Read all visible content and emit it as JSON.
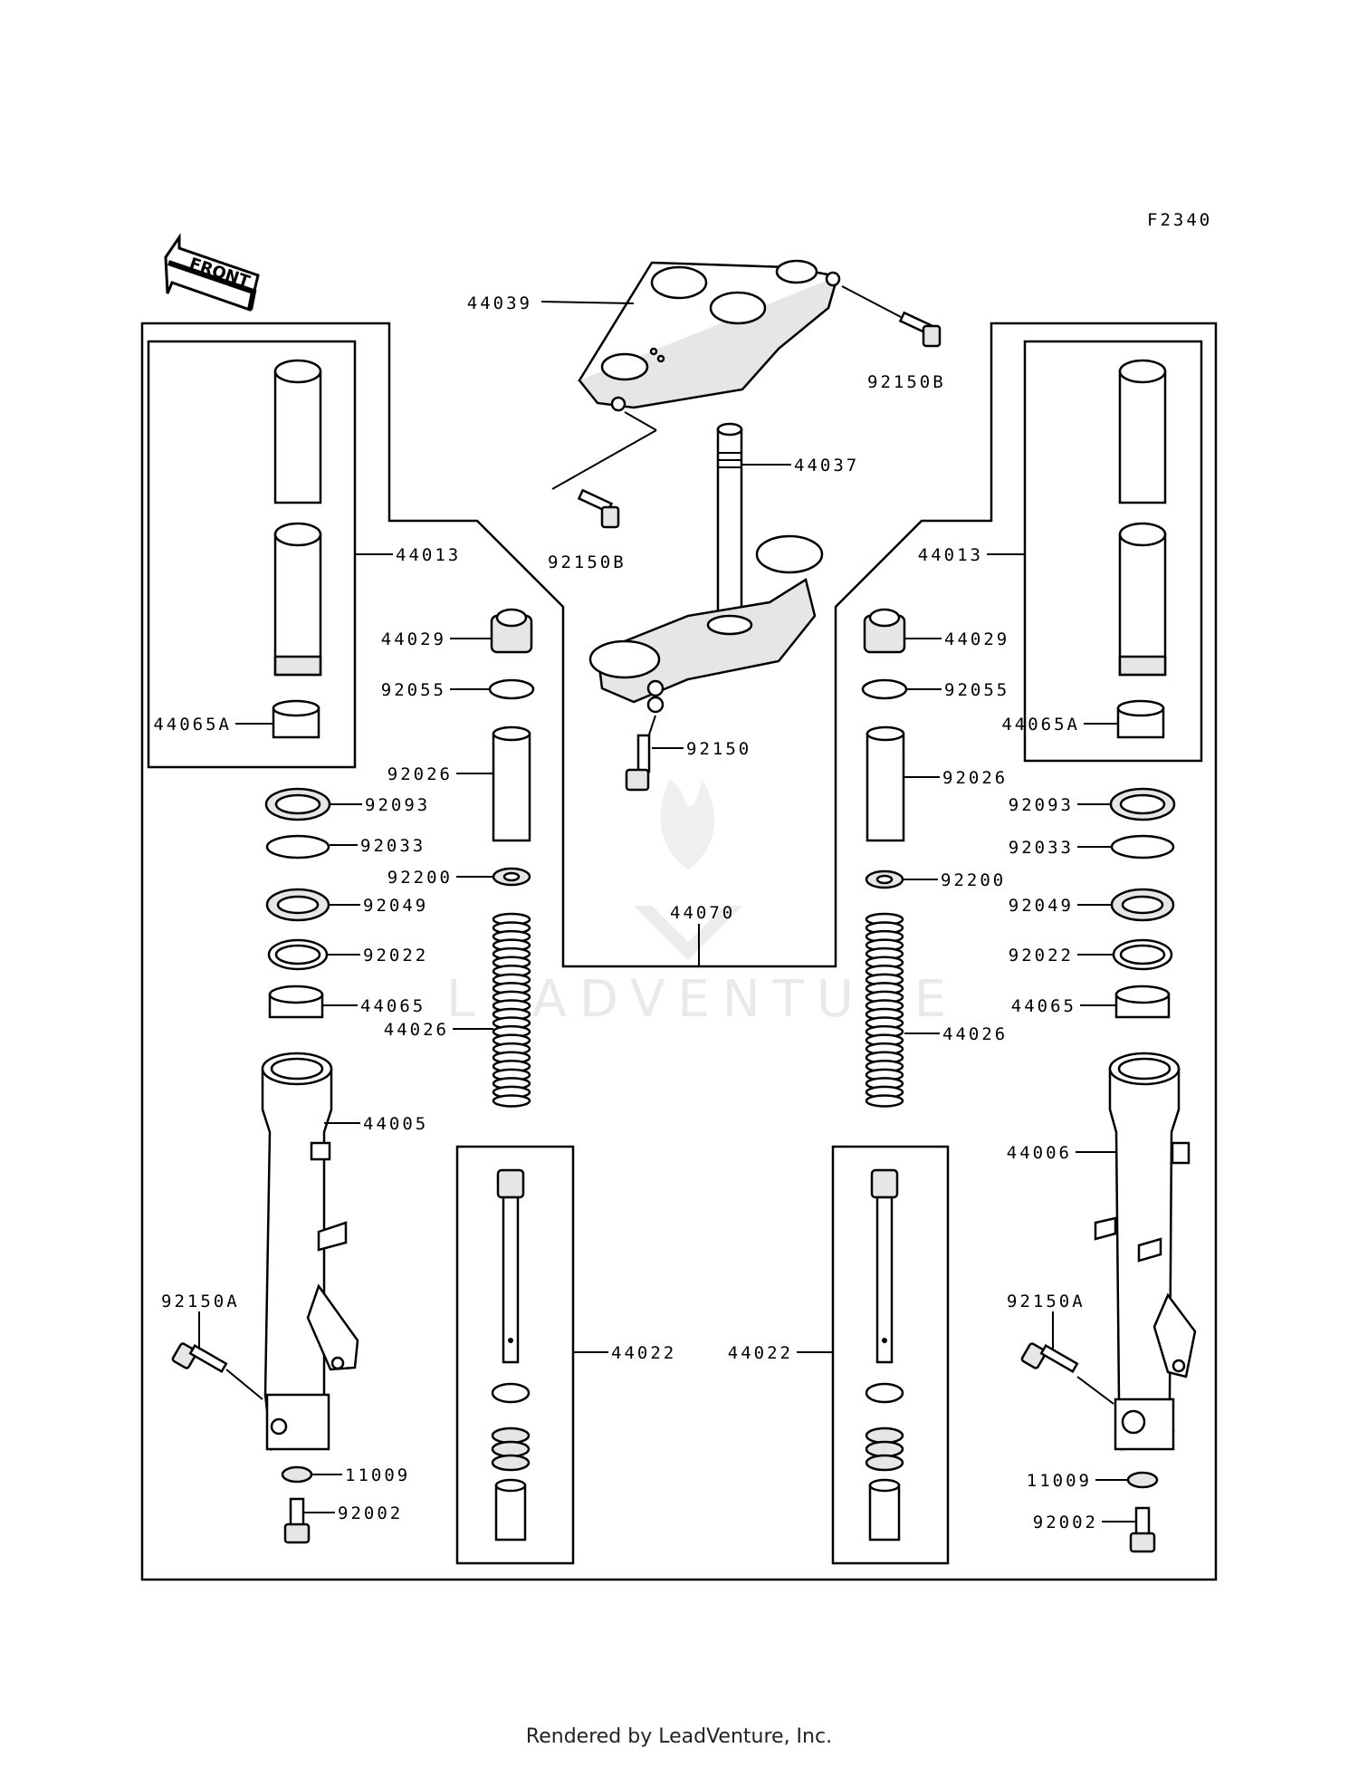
{
  "figure_code": "F2340",
  "front_arrow_label": "FRONT",
  "watermark": "LEADVENTURE",
  "footer": "Rendered by LeadVenture, Inc.",
  "labels": {
    "top_bracket": "44039",
    "top_bracket_bolt": "92150B",
    "clamp_bolt": "92150B",
    "stem_head": "44037",
    "stem_bolt": "92150",
    "fork_assy": "44070",
    "l_tube": "44013",
    "l_cap": "44029",
    "l_oring": "92055",
    "l_bushing_a": "44065A",
    "l_collar": "92026",
    "l_dust_seal": "92093",
    "l_clip": "92033",
    "l_washer": "92200",
    "l_oil_seal": "92049",
    "l_washer2": "92022",
    "l_bushing": "44065",
    "l_spring": "44026",
    "l_outer": "44005",
    "l_axle_bolt": "92150A",
    "l_gasket": "11009",
    "l_drain": "92002",
    "l_cylinder": "44022",
    "r_tube": "44013",
    "r_cap": "44029",
    "r_oring": "92055",
    "r_bushing_a": "44065A",
    "r_collar": "92026",
    "r_dust_seal": "92093",
    "r_clip": "92033",
    "r_washer": "92200",
    "r_oil_seal": "92049",
    "r_washer2": "92022",
    "r_bushing": "44065",
    "r_spring": "44026",
    "r_outer": "44006",
    "r_axle_bolt": "92150A",
    "r_gasket": "11009",
    "r_drain": "92002",
    "r_cylinder": "44022"
  }
}
